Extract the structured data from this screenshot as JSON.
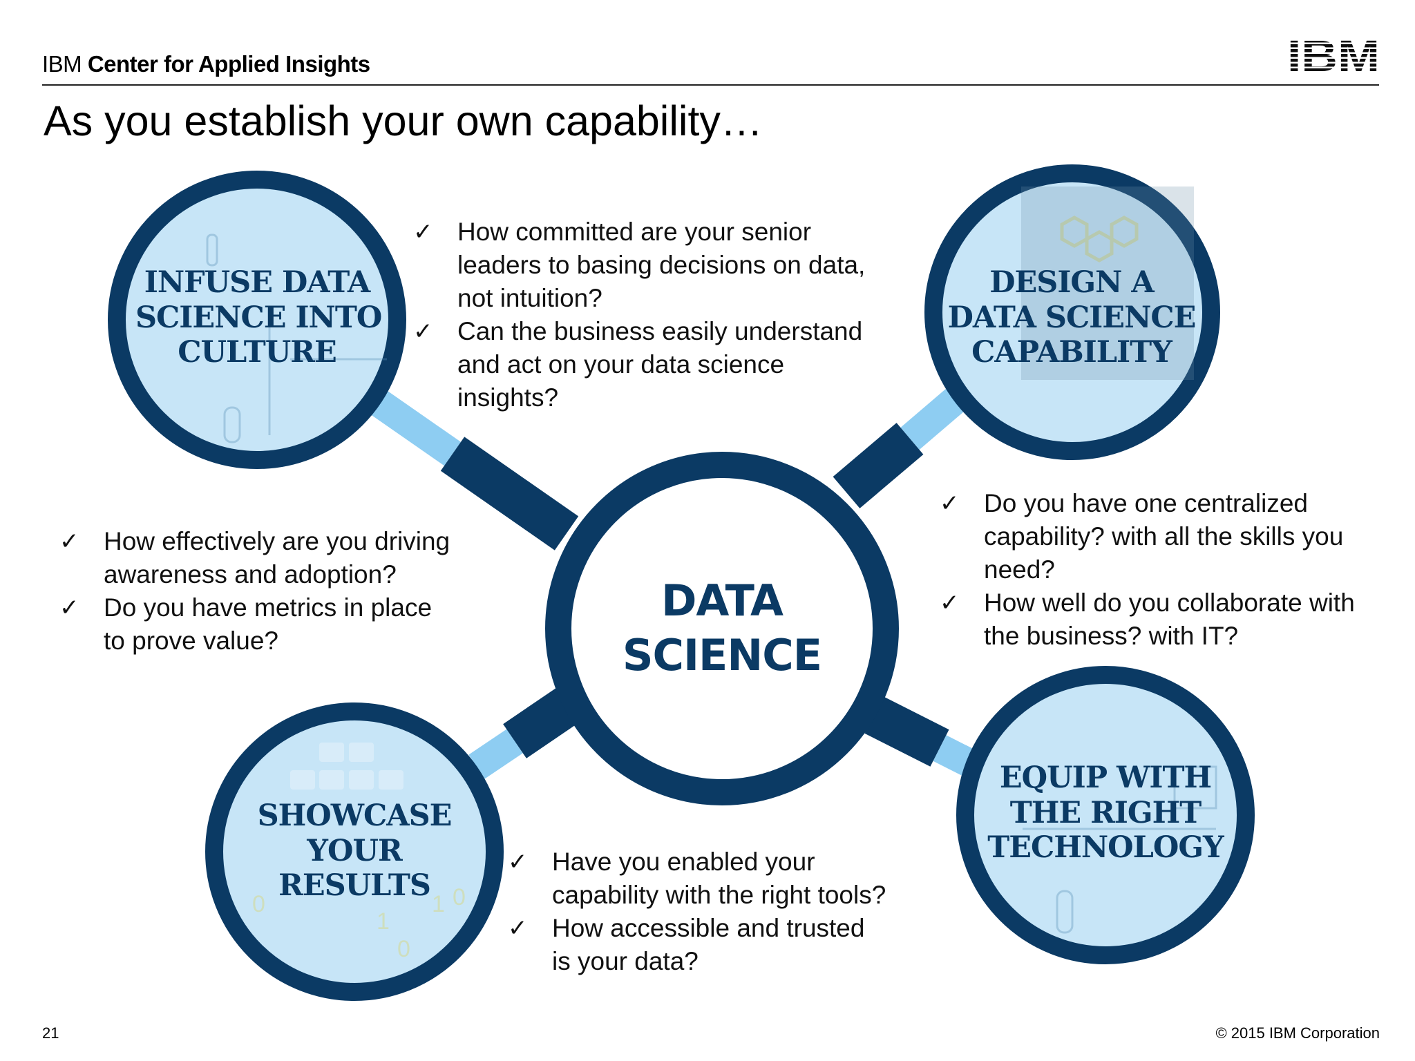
{
  "header": {
    "brand_light": "IBM",
    "brand_bold": "Center for Applied Insights",
    "logo_text": "IBM"
  },
  "title": "As you establish your own capability…",
  "colors": {
    "navy": "#0b3a64",
    "light_blue": "#8ecdf2",
    "circle_fill": "#c7e5f7",
    "hub_fill": "#ffffff"
  },
  "center": {
    "lines": [
      "DATA",
      "SCIENCE"
    ]
  },
  "nodes": {
    "top_left": {
      "lines": [
        "INFUSE DATA",
        "SCIENCE INTO",
        "CULTURE"
      ]
    },
    "top_right": {
      "lines": [
        "DESIGN A",
        "DATA SCIENCE",
        "CAPABILITY"
      ]
    },
    "bottom_left": {
      "lines": [
        "SHOWCASE",
        "YOUR",
        "RESULTS"
      ]
    },
    "bottom_right": {
      "lines": [
        "EQUIP WITH",
        "THE RIGHT",
        "TECHNOLOGY"
      ]
    }
  },
  "questions": {
    "culture": [
      [
        "How committed are your senior",
        "leaders to basing decisions on data,",
        "not intuition?"
      ],
      [
        "Can the business easily understand",
        "and act on your data science",
        "insights?"
      ]
    ],
    "results": [
      [
        "How effectively are you driving",
        "awareness and adoption?"
      ],
      [
        "Do you have metrics in place",
        "to prove value?"
      ]
    ],
    "capability": [
      [
        "Do you have one centralized",
        "capability? with all the skills you",
        "need?"
      ],
      [
        "How well do you collaborate with",
        "the business? with IT?"
      ]
    ],
    "technology": [
      [
        "Have you enabled your",
        "capability with the right tools?"
      ],
      [
        "How accessible and trusted",
        "is your data?"
      ]
    ]
  },
  "check_glyph": "✓",
  "footer": {
    "page_number": "21",
    "copyright": "© 2015 IBM Corporation"
  }
}
